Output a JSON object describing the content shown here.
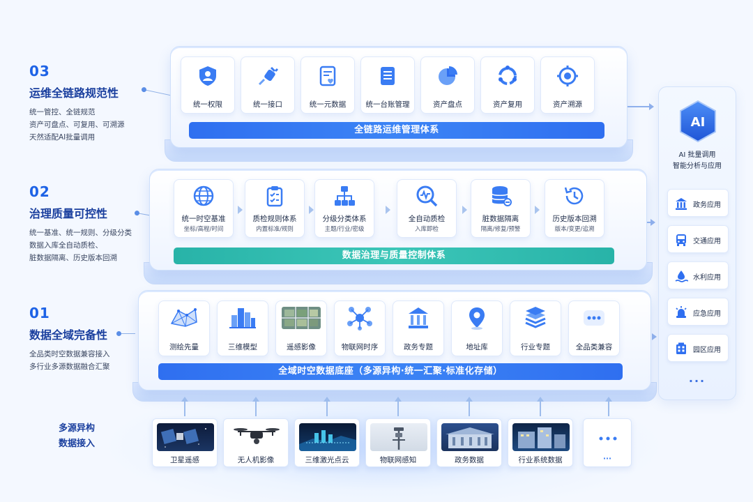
{
  "sections": [
    {
      "num": "03",
      "title": "运维全链路规范性",
      "lines": [
        "统一管控、全链规范",
        "资产可盘点、可复用、可溯源",
        "天然适配AI批量调用"
      ]
    },
    {
      "num": "02",
      "title": "治理质量可控性",
      "lines": [
        "统一基准、统一规则、分级分类",
        "数据入库全自动质检、",
        "脏数据隔离、历史版本回溯"
      ]
    },
    {
      "num": "01",
      "title": "数据全域完备性",
      "lines": [
        "全品类时空数据兼容接入",
        "多行业多源数据融合汇聚"
      ]
    }
  ],
  "layer3": {
    "tiles": [
      {
        "label": "统一权限",
        "icon": "shield-user-icon"
      },
      {
        "label": "统一接口",
        "icon": "plug-icon"
      },
      {
        "label": "统一元数据",
        "icon": "document-heart-icon"
      },
      {
        "label": "统一台账管理",
        "icon": "ledger-icon"
      },
      {
        "label": "资产盘点",
        "icon": "pie-chart-icon"
      },
      {
        "label": "资产复用",
        "icon": "recycle-icon"
      },
      {
        "label": "资产溯源",
        "icon": "target-icon"
      }
    ],
    "bar": "全链路运维管理体系"
  },
  "layer2": {
    "tiles": [
      {
        "label": "统一时空基准",
        "sub": "坐标/高程/时间",
        "icon": "globe-icon"
      },
      {
        "label": "质检规则体系",
        "sub": "内置标准/规则",
        "icon": "checklist-icon"
      },
      {
        "label": "分级分类体系",
        "sub": "主题/行业/密级",
        "icon": "hierarchy-icon"
      },
      {
        "label": "全自动质检",
        "sub": "入库即检",
        "icon": "magnifier-pulse-icon"
      },
      {
        "label": "脏数据隔离",
        "sub": "隔离/修复/预警",
        "icon": "database-icon"
      },
      {
        "label": "历史版本回溯",
        "sub": "版本/变更/追溯",
        "icon": "history-icon"
      }
    ],
    "bar": "数据治理与质量控制体系"
  },
  "layer1": {
    "tiles": [
      {
        "label": "测绘先量",
        "icon": "mesh-icon"
      },
      {
        "label": "三维模型",
        "icon": "buildings-icon"
      },
      {
        "label": "遥感影像",
        "icon": "satellite-image-icon"
      },
      {
        "label": "物联网时序",
        "icon": "network-icon"
      },
      {
        "label": "政务专题",
        "icon": "government-icon"
      },
      {
        "label": "地址库",
        "icon": "location-pin-icon"
      },
      {
        "label": "行业专题",
        "icon": "layers-icon"
      },
      {
        "label": "全品类兼容",
        "icon": "more-icon"
      }
    ],
    "bar": "全域时空数据底座（多源异构·统一汇聚·标准化存储）"
  },
  "right": {
    "ai_badge": "AI",
    "ai_lines": [
      "AI 批量调用",
      "智能分析与应用"
    ],
    "apps": [
      {
        "label": "政务应用",
        "icon": "government-icon"
      },
      {
        "label": "交通应用",
        "icon": "bus-icon"
      },
      {
        "label": "水利应用",
        "icon": "water-icon"
      },
      {
        "label": "应急应用",
        "icon": "alarm-icon"
      },
      {
        "label": "园区应用",
        "icon": "park-building-icon"
      }
    ],
    "more": "···"
  },
  "sources": {
    "label_lines": [
      "多源异构",
      "数据接入"
    ],
    "items": [
      {
        "label": "卫星遥感",
        "icon": "satellite-photo-icon"
      },
      {
        "label": "无人机影像",
        "icon": "drone-icon"
      },
      {
        "label": "三维激光点云",
        "icon": "point-cloud-photo-icon"
      },
      {
        "label": "物联网感知",
        "icon": "iot-pole-icon"
      },
      {
        "label": "政务数据",
        "icon": "gov-building-photo-icon"
      },
      {
        "label": "行业系统数据",
        "icon": "industry-photo-icon"
      },
      {
        "label": "···",
        "icon": "more-icon"
      }
    ]
  },
  "colors": {
    "primary": "#2f6ff0",
    "teal": "#28b3a8",
    "title": "#1a3f9e",
    "accent": "#1e63e6"
  }
}
